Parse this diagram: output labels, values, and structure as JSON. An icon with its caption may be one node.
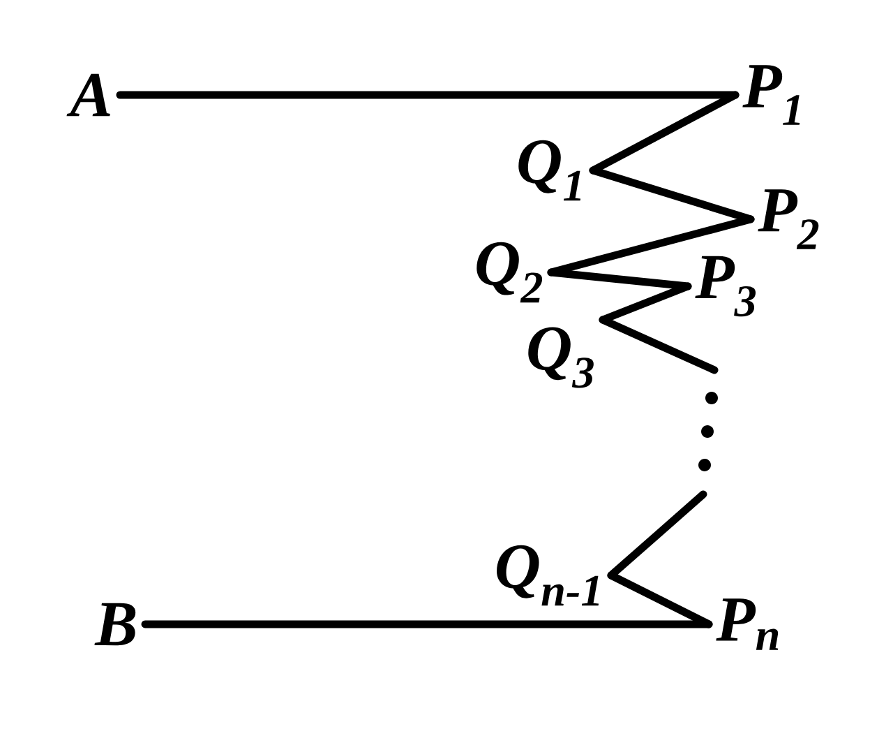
{
  "diagram": {
    "nodes": [
      {
        "text": [
          "A"
        ]
      },
      {
        "text": [
          "P$_{1}$"
        ]
      },
      {
        "text": [
          "Q$_{1}$"
        ]
      },
      {
        "text": [
          "P$_{2}$"
        ]
      },
      {
        "text": [
          "Q$_{2}$"
        ]
      },
      {
        "text": [
          "P$_{3}$"
        ]
      },
      {
        "text": [
          "Q$_{3}$"
        ]
      },
      {
        "text": [
          "Q$_{n-1}$"
        ]
      },
      {
        "text": [
          "P$_{n}$"
        ]
      },
      {
        "text": [
          "B"
        ]
      }
    ],
    "edges": [
      {
        "from": 0,
        "to": 1,
        "arrow": "none"
      },
      {
        "from": 1,
        "to": 2,
        "arrow": "none"
      },
      {
        "from": 2,
        "to": 3,
        "arrow": "none"
      },
      {
        "from": 3,
        "to": 4,
        "arrow": "none"
      },
      {
        "from": 4,
        "to": 5,
        "arrow": "none"
      },
      {
        "from": 5,
        "to": 6,
        "arrow": "none"
      },
      {
        "from": 6,
        "to": null,
        "arrow": "none"
      },
      {
        "from": null,
        "to": 7,
        "arrow": "none"
      },
      {
        "from": 7,
        "to": 8,
        "arrow": "none"
      },
      {
        "from": 8,
        "to": 9,
        "arrow": "none"
      }
    ]
  }
}
